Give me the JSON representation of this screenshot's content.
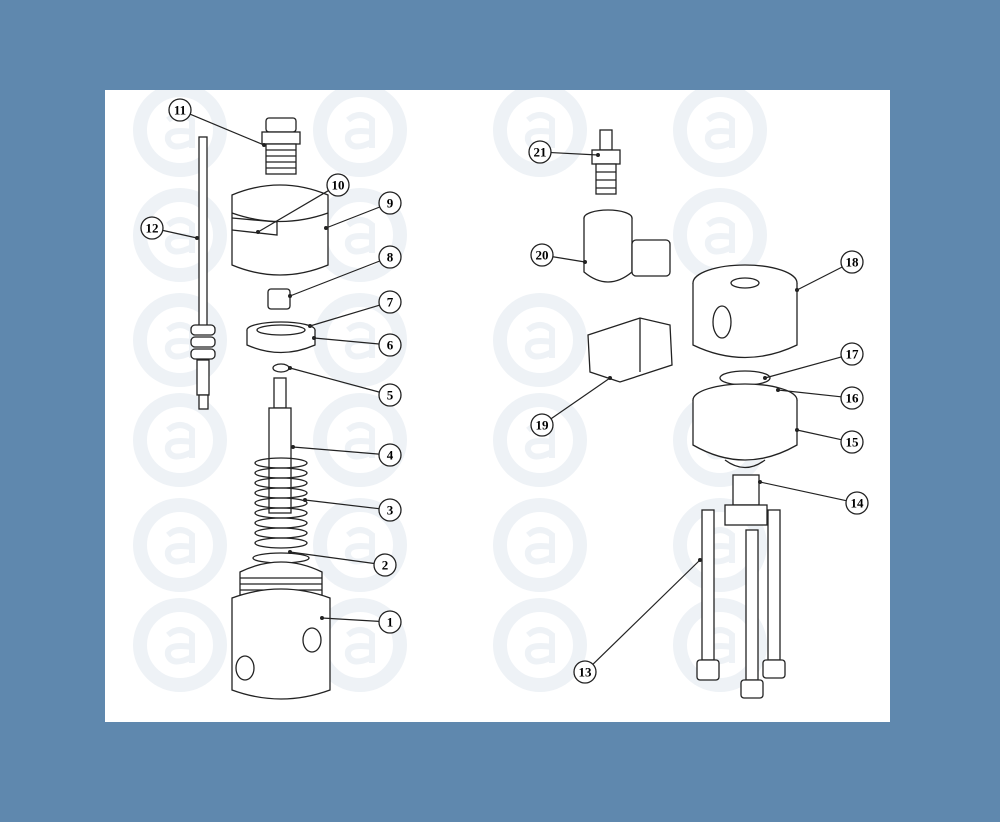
{
  "diagram": {
    "type": "exploded parts drawing",
    "watermark_letter": "a",
    "colors": {
      "background": "#5f88ae",
      "panel": "#ffffff",
      "line": "#222222",
      "watermark": "#eef2f6"
    },
    "callouts": [
      "1",
      "2",
      "3",
      "4",
      "5",
      "6",
      "7",
      "8",
      "9",
      "10",
      "11",
      "12",
      "13",
      "14",
      "15",
      "16",
      "17",
      "18",
      "19",
      "20",
      "21"
    ]
  }
}
